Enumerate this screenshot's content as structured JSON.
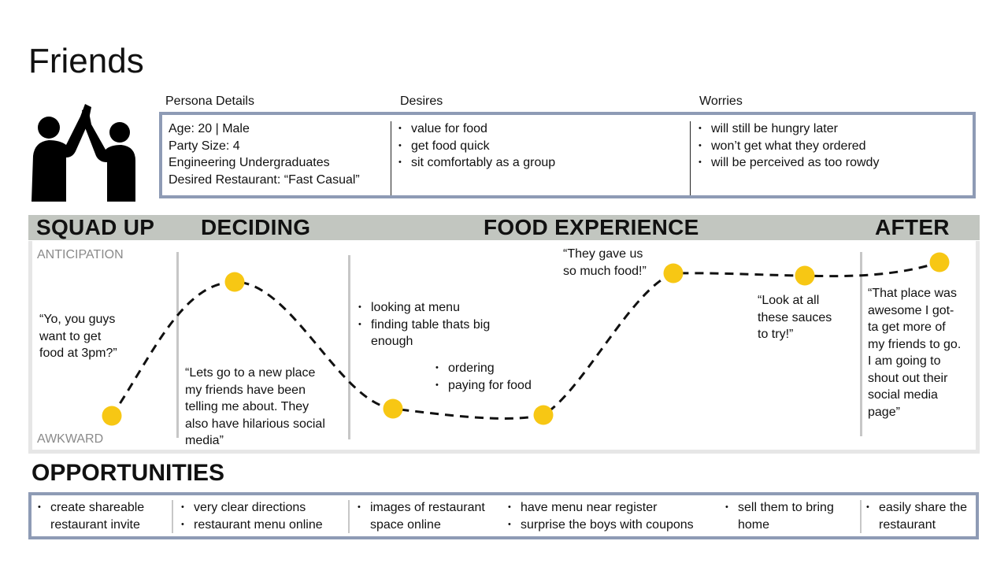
{
  "title": "Friends",
  "persona": {
    "headers": {
      "details": "Persona Details",
      "desires": "Desires",
      "worries": "Worries"
    },
    "details": [
      "Age: 20 | Male",
      "Party Size: 4",
      "Engineering Undergraduates",
      "Desired Restaurant: “Fast Casual”"
    ],
    "desires": [
      "value for food",
      "get food quick",
      "sit comfortably as a group"
    ],
    "worries": [
      "will still be hungry later",
      "won’t get what they ordered",
      "will be perceived as too rowdy"
    ]
  },
  "stages": [
    "SQUAD UP",
    "DECIDING",
    "FOOD EXPERIENCE",
    "AFTER"
  ],
  "axis": {
    "top": "ANTICIPATION",
    "bottom": "AWKWARD"
  },
  "journey": {
    "quotes": {
      "squad_up": [
        "“Yo, you guys",
        "want to get",
        "food at 3pm?”"
      ],
      "deciding": [
        "“Lets go to a new place",
        "my friends have been",
        "telling me about. They",
        "also have hilarious social",
        "media”"
      ],
      "gave_us": [
        "“They gave us",
        "so much food!”"
      ],
      "sauces": [
        "“Look at all",
        "these sauces",
        "to try!”"
      ],
      "after": [
        "“That place was",
        "awesome I got-",
        "ta get more of",
        "my friends to go.",
        "I am going to",
        "shout out their",
        "social media",
        "page”"
      ]
    },
    "menu_actions": [
      "looking at menu",
      "finding table thats big enough"
    ],
    "order_actions": [
      "ordering",
      "paying for food"
    ],
    "point_color": "#f7c714"
  },
  "opportunities": {
    "title": "OPPORTUNITIES",
    "columns": [
      [
        "create shareable restaurant invite"
      ],
      [
        "very clear directions",
        "restaurant menu online"
      ],
      [
        "images of restaurant space online"
      ],
      [
        "have menu near register",
        "surprise the boys with coupons"
      ],
      [
        "sell them to bring home"
      ],
      [
        "easily share the restaurant"
      ]
    ]
  },
  "colors": {
    "border": "#8e9bb5",
    "stage_bar": "#c2c6c0",
    "divider": "#c7c7c7"
  }
}
